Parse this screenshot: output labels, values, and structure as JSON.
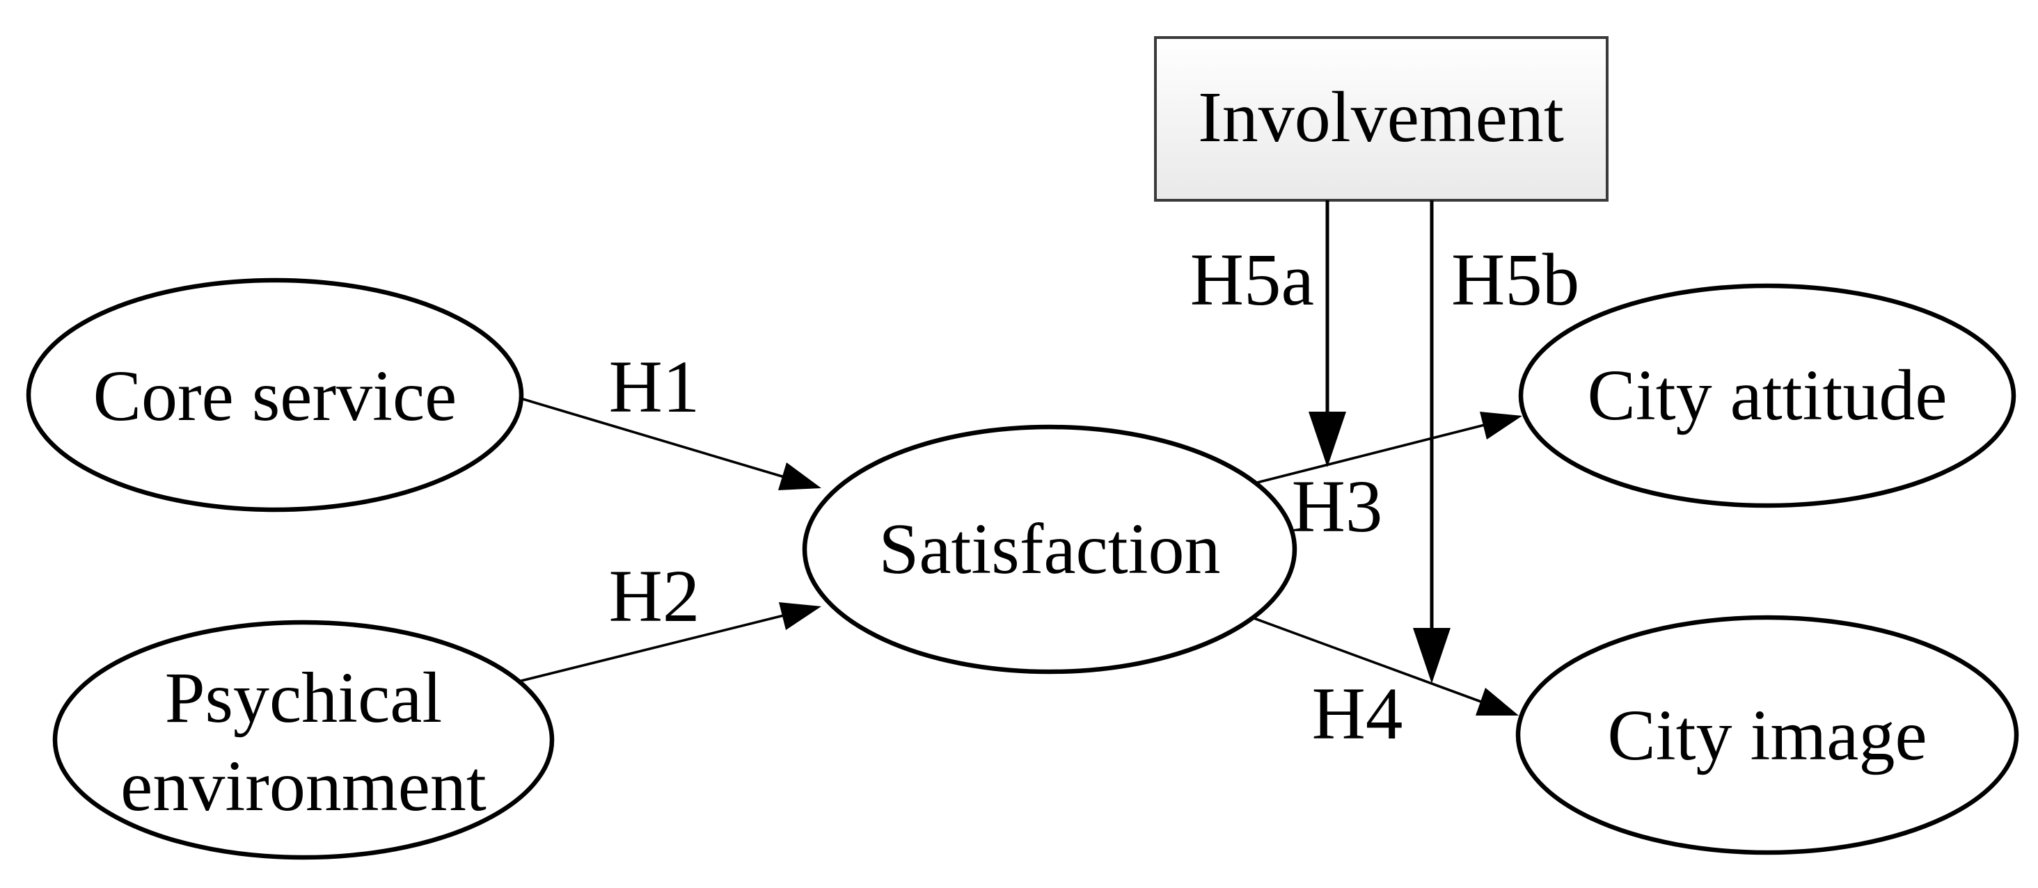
{
  "colors": {
    "background": "#ffffff",
    "stroke": "#000000",
    "text": "#000000",
    "shape_fill": "#ffffff",
    "box_border": "#3a3a3a",
    "box_fill_top": "#ffffff",
    "box_fill_bottom": "#e9e9e9"
  },
  "nodes": {
    "involvement": {
      "label": "Involvement",
      "shape": "rectangle"
    },
    "core_service": {
      "label": "Core service",
      "shape": "ellipse"
    },
    "psychical_environment": {
      "label_lines": [
        "Psychical",
        "environment"
      ],
      "shape": "ellipse"
    },
    "satisfaction": {
      "label": "Satisfaction",
      "shape": "ellipse"
    },
    "city_attitude": {
      "label": "City attitude",
      "shape": "ellipse"
    },
    "city_image": {
      "label": "City image",
      "shape": "ellipse"
    }
  },
  "edges": [
    {
      "label": "H1",
      "from": "Core service",
      "to": "Satisfaction",
      "style": "thin-arrow"
    },
    {
      "label": "H2",
      "from": "Psychical environment",
      "to": "Satisfaction",
      "style": "thin-arrow"
    },
    {
      "label": "H3",
      "from": "Satisfaction",
      "to": "City attitude",
      "style": "thin-arrow"
    },
    {
      "label": "H4",
      "from": "Satisfaction",
      "to": "City image",
      "style": "thin-arrow"
    },
    {
      "label": "H5a",
      "from": "Involvement",
      "to": "H3 arrow",
      "style": "thick-arrow"
    },
    {
      "label": "H5b",
      "from": "Involvement",
      "to": "H4 arrow",
      "style": "thick-arrow"
    }
  ]
}
